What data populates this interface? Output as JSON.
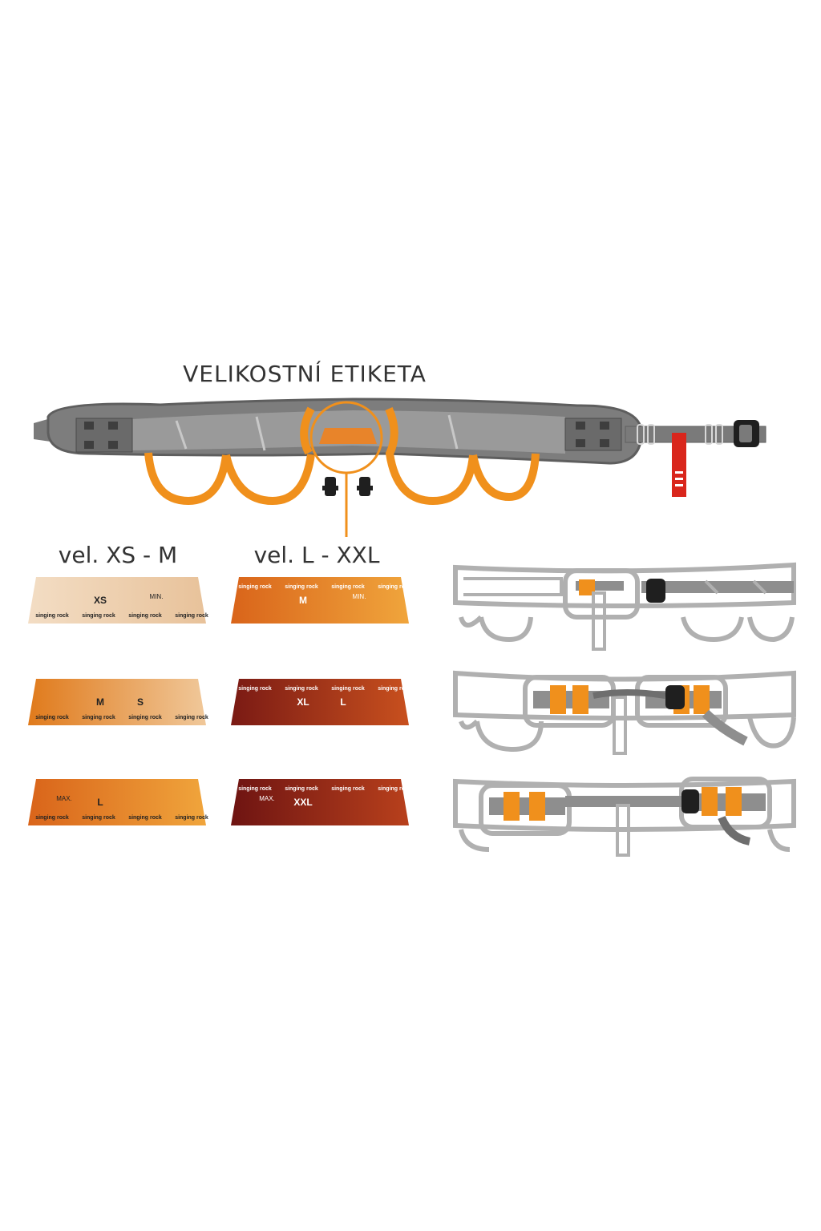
{
  "title": "VELIKOSTNÍ ETIKETA",
  "columns": [
    "vel. XS - M",
    "vel. L - XXL"
  ],
  "brand_text": "singing rock",
  "labels": [
    {
      "id": "xs",
      "size_big": "XS",
      "size_small": "",
      "mark": "MIN.",
      "colors": [
        "#f3ddc4",
        "#e8c29a"
      ],
      "text_color": "#222222"
    },
    {
      "id": "m",
      "size_big": "M",
      "size_small": "S",
      "mark": "",
      "colors": [
        "#e07a1b",
        "#f0c89a"
      ],
      "text_color": "#222222"
    },
    {
      "id": "l",
      "size_big": "L",
      "size_small": "",
      "mark": "MAX.",
      "colors": [
        "#d9641a",
        "#f0a53c"
      ],
      "text_color": "#222222"
    },
    {
      "id": "m2",
      "size_big": "M",
      "size_small": "",
      "mark": "MIN.",
      "colors": [
        "#d9641a",
        "#f0a53c"
      ],
      "text_color": "#ffffff"
    },
    {
      "id": "xl",
      "size_big": "XL",
      "size_small": "L",
      "mark": "",
      "colors": [
        "#7a1a14",
        "#c8501e"
      ],
      "text_color": "#ffffff"
    },
    {
      "id": "xxl",
      "size_big": "XXL",
      "size_small": "",
      "mark": "MAX.",
      "colors": [
        "#6e1412",
        "#b8401c"
      ],
      "text_color": "#ffffff"
    }
  ],
  "colors": {
    "orange": "#f0901c",
    "belt_gray": "#8a8a8a",
    "belt_dark": "#5e5e5e",
    "red": "#d9261c",
    "line_gray": "#b0b0b0"
  }
}
